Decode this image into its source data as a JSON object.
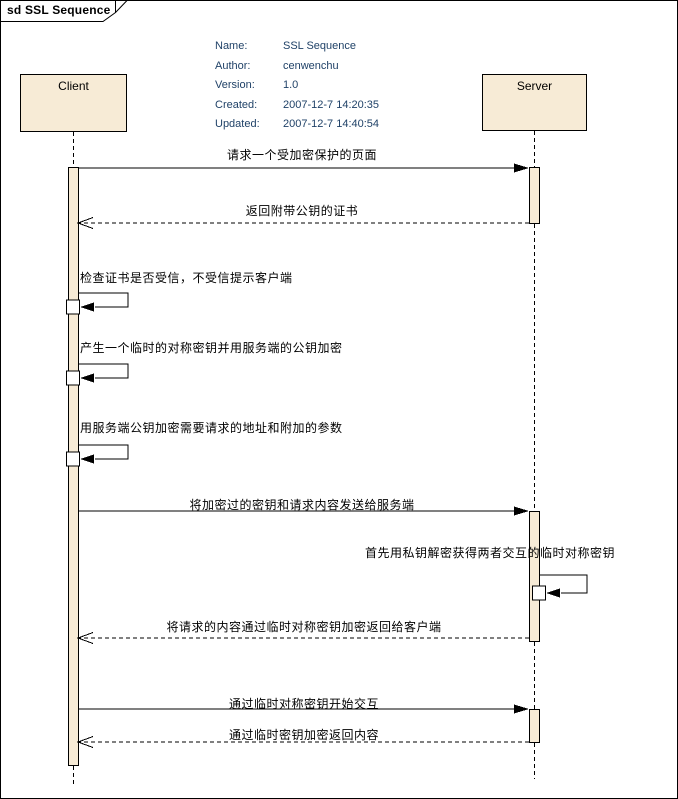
{
  "frame": {
    "title": "sd SSL Sequence"
  },
  "metadata": {
    "rows": [
      {
        "label": "Name:",
        "value": "SSL Sequence"
      },
      {
        "label": "Author:",
        "value": "cenwenchu"
      },
      {
        "label": "Version:",
        "value": "1.0"
      },
      {
        "label": "Created:",
        "value": "2007-12-7 14:20:35"
      },
      {
        "label": "Updated:",
        "value": "2007-12-7 14:40:54"
      }
    ]
  },
  "lifelines": [
    {
      "name": "Client"
    },
    {
      "name": "Server"
    }
  ],
  "messages": [
    {
      "text": "请求一个受加密保护的页面",
      "from": "Client",
      "to": "Server",
      "kind": "sync"
    },
    {
      "text": "返回附带公钥的证书",
      "from": "Server",
      "to": "Client",
      "kind": "return"
    },
    {
      "text": "检查证书是否受信，不受信提示客户端",
      "from": "Client",
      "to": "Client",
      "kind": "self"
    },
    {
      "text": "产生一个临时的对称密钥并用服务端的公钥加密",
      "from": "Client",
      "to": "Client",
      "kind": "self"
    },
    {
      "text": "用服务端公钥加密需要请求的地址和附加的参数",
      "from": "Client",
      "to": "Client",
      "kind": "self"
    },
    {
      "text": "将加密过的密钥和请求内容发送给服务端",
      "from": "Client",
      "to": "Server",
      "kind": "sync"
    },
    {
      "text": "首先用私钥解密获得两者交互的临时对称密钥",
      "from": "Server",
      "to": "Server",
      "kind": "self"
    },
    {
      "text": "将请求的内容通过临时对称密钥加密返回给客户端",
      "from": "Server",
      "to": "Client",
      "kind": "return"
    },
    {
      "text": "通过临时对称密钥开始交互",
      "from": "Client",
      "to": "Server",
      "kind": "sync"
    },
    {
      "text": "通过临时密钥加密返回内容",
      "from": "Server",
      "to": "Client",
      "kind": "return"
    }
  ],
  "colors": {
    "activation_fill": "#f7ebd6",
    "line": "#000000",
    "metadata_text": "#1f4167",
    "background": "#ffffff"
  }
}
